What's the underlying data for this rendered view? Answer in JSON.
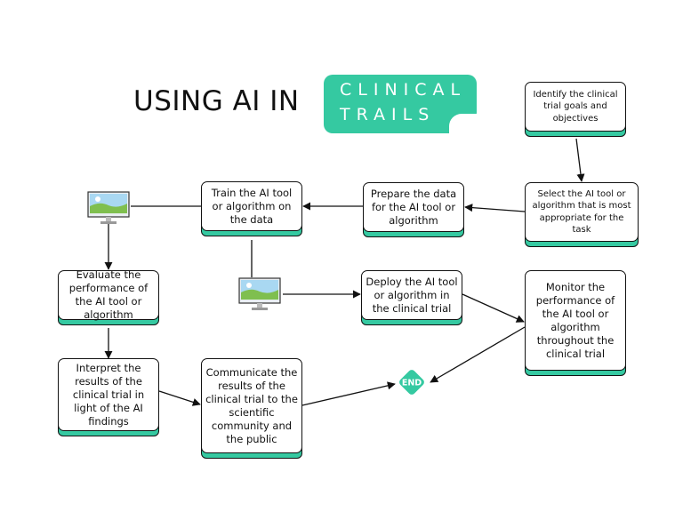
{
  "title": {
    "prefix": "USING AI IN",
    "pill_line1": "CLINICAL",
    "pill_line2": "TRAILS"
  },
  "colors": {
    "accent": "#35c9a1",
    "stroke": "#111111"
  },
  "nodes": {
    "identify": "Identify the clinical trial goals and objectives",
    "select": "Select the AI tool or algorithm that is most appropriate for the task",
    "prepare": "Prepare the data for the AI tool or algorithm",
    "train": "Train the AI tool or algorithm on the data",
    "evaluate": "Evaluate the performance of the AI tool or algorithm",
    "deploy": "Deploy the AI tool or algorithm in the clinical trial",
    "monitor": "Monitor the performance of the AI tool or algorithm throughout the clinical trial",
    "interpret": "Interpret the results of the clinical trial in light of the AI findings",
    "communicate": "Communicate the results of the clinical trial to the scientific community and the public",
    "end": "END"
  },
  "icons": [
    "computer-monitor-icon",
    "computer-monitor-icon"
  ]
}
